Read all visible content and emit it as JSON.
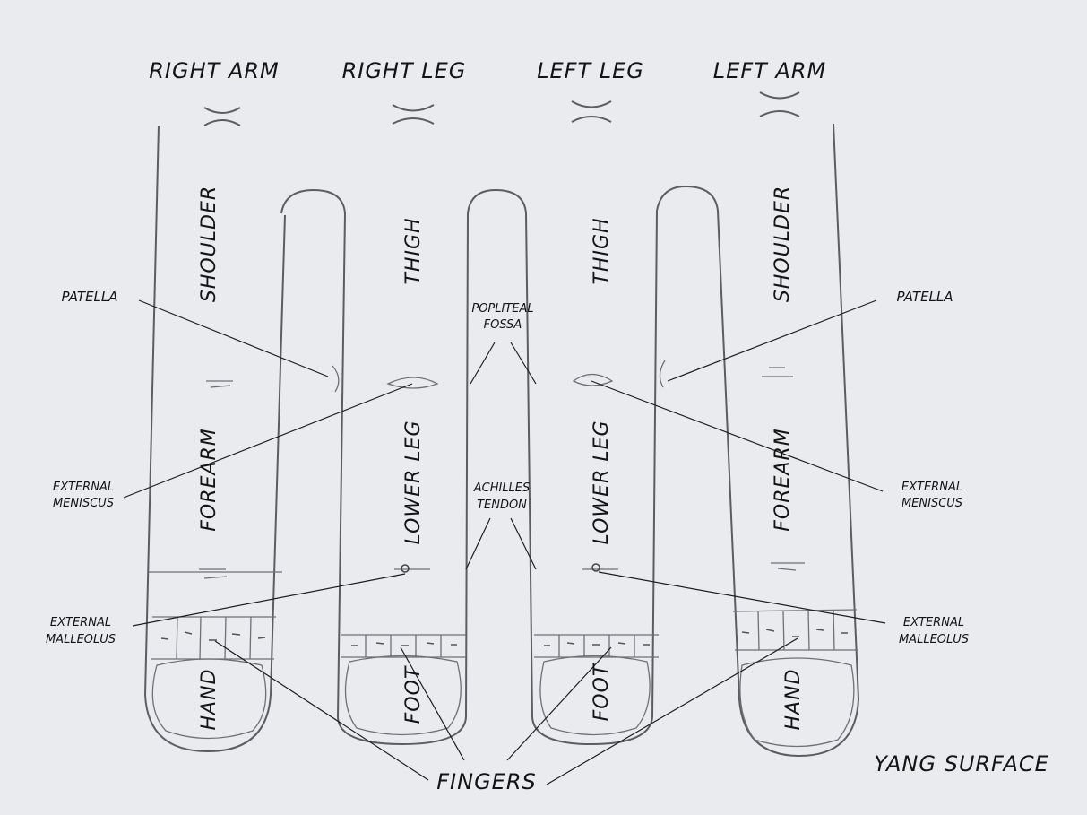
{
  "headers": {
    "right_arm": "RIGHT ARM",
    "right_leg": "RIGHT LEG",
    "left_leg": "LEFT LEG",
    "left_arm": "LEFT ARM"
  },
  "segments": {
    "right_arm_upper": "SHOULDER",
    "right_arm_middle": "FOREARM",
    "right_arm_lower": "HAND",
    "right_leg_upper": "THIGH",
    "right_leg_middle": "LOWER LEG",
    "right_leg_lower": "FOOT",
    "left_leg_upper": "THIGH",
    "left_leg_middle": "LOWER LEG",
    "left_leg_lower": "FOOT",
    "left_arm_upper": "SHOULDER",
    "left_arm_middle": "FOREARM",
    "left_arm_lower": "HAND"
  },
  "annotations": {
    "patella_left": "PATELLA",
    "patella_right": "PATELLA",
    "popliteal_line1": "POPLITEAL",
    "popliteal_line2": "FOSSA",
    "achilles_line1": "ACHILLES",
    "achilles_line2": "TENDON",
    "meniscus_left_line1": "EXTERNAL",
    "meniscus_left_line2": "MENISCUS",
    "meniscus_right_line1": "EXTERNAL",
    "meniscus_right_line2": "MENISCUS",
    "malleolus_left_line1": "EXTERNAL",
    "malleolus_left_line2": "MALLEOLUS",
    "malleolus_right_line1": "EXTERNAL",
    "malleolus_right_line2": "MALLEOLUS",
    "fingers": "FINGERS"
  },
  "caption": "YANG SURFACE"
}
